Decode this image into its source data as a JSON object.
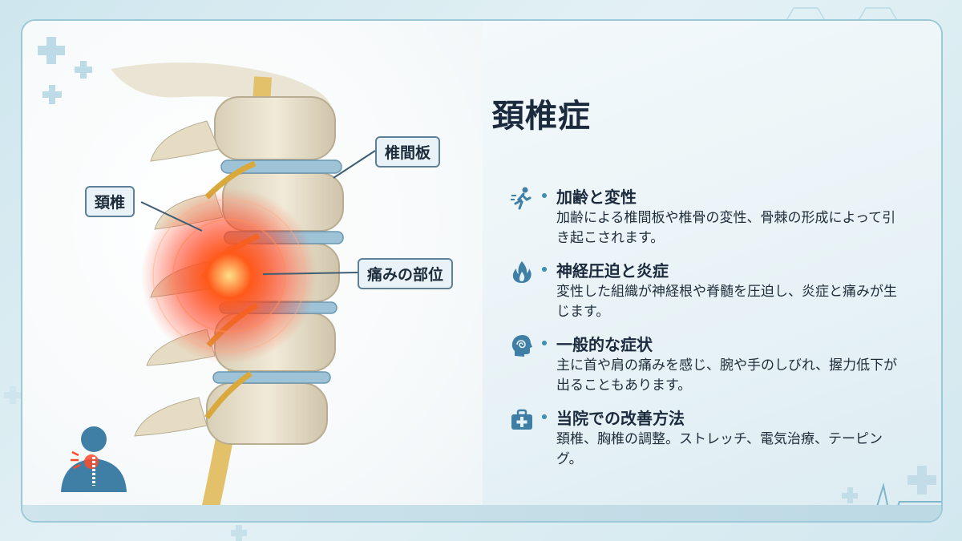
{
  "colors": {
    "accent": "#3d8fb0",
    "pain": "#ff3a1a",
    "icon_blue": "#3f7fa6",
    "text_dark": "#1b2a3c"
  },
  "title": "頚椎症",
  "callouts": {
    "intervertebral_disc": "椎間板",
    "cervical_spine": "頚椎",
    "pain_site": "痛みの部位"
  },
  "items": [
    {
      "icon": "running-person-icon",
      "heading": "加齢と変性",
      "body": "加齢による椎間板や椎骨の変性、骨棘の形成によって引き起こされます。"
    },
    {
      "icon": "flame-icon",
      "heading": "神経圧迫と炎症",
      "body": "変性した組織が神経根や脊髄を圧迫し、炎症と痛みが生じます。"
    },
    {
      "icon": "head-swirl-icon",
      "heading": "一般的な症状",
      "body": "主に首や肩の痛みを感じ、腕や手のしびれ、握力低下が出ることもあります。"
    },
    {
      "icon": "medical-kit-icon",
      "heading": "当院での改善方法",
      "body": "頚椎、胸椎の調整。ストレッチ、電気治療、テーピング。"
    }
  ]
}
